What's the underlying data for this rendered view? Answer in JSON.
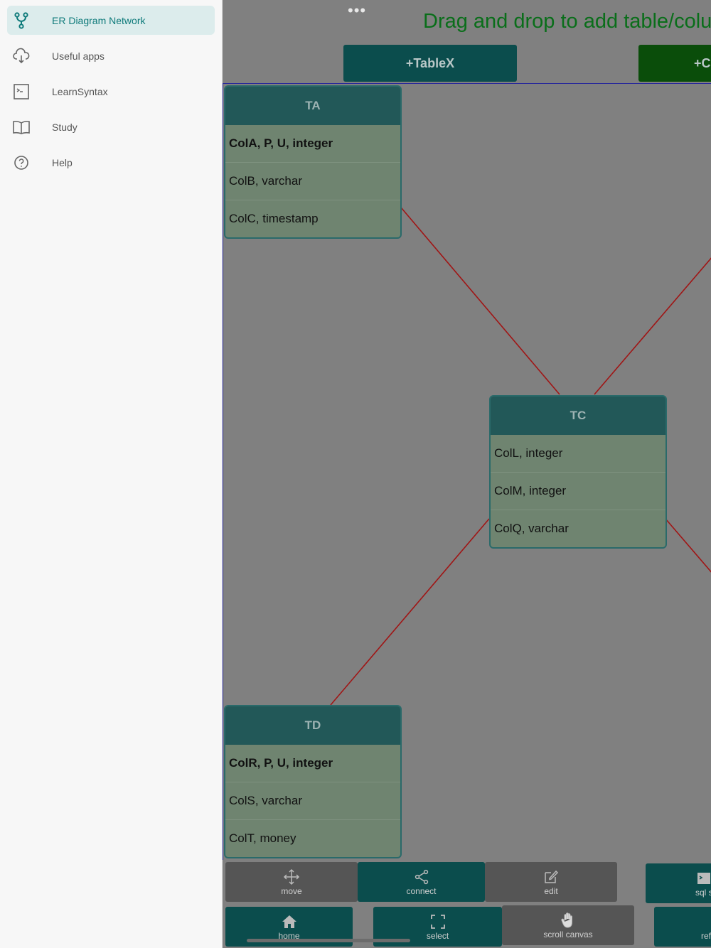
{
  "sidebar": {
    "items": [
      {
        "label": "ER Diagram Network",
        "icon": "fork-icon",
        "active": true
      },
      {
        "label": "Useful apps",
        "icon": "cloud-download-icon",
        "active": false
      },
      {
        "label": "LearnSyntax",
        "icon": "terminal-icon",
        "active": false
      },
      {
        "label": "Study",
        "icon": "book-icon",
        "active": false
      },
      {
        "label": "Help",
        "icon": "help-circle-icon",
        "active": false
      }
    ]
  },
  "main": {
    "more_indicator": "•••",
    "banner": "Drag and drop to add table/colur",
    "add_table_label": "+TableX",
    "add_column_label": "+C"
  },
  "tables": [
    {
      "name": "TA",
      "columns": [
        {
          "text": "ColA, P, U, integer",
          "pk": true
        },
        {
          "text": "ColB, varchar",
          "pk": false
        },
        {
          "text": "ColC, timestamp",
          "pk": false
        }
      ]
    },
    {
      "name": "TC",
      "columns": [
        {
          "text": "ColL, integer",
          "pk": false
        },
        {
          "text": "ColM, integer",
          "pk": false
        },
        {
          "text": "ColQ, varchar",
          "pk": false
        }
      ]
    },
    {
      "name": "TD",
      "columns": [
        {
          "text": "ColR, P, U, integer",
          "pk": true
        },
        {
          "text": "ColS, varchar",
          "pk": false
        },
        {
          "text": "ColT, money",
          "pk": false
        }
      ]
    }
  ],
  "toolbar": {
    "move": "move",
    "connect": "connect",
    "edit": "edit",
    "sql": "sql si",
    "home": "home",
    "select": "select",
    "scroll": "scroll canvas",
    "ref": "ref"
  },
  "colors": {
    "canvas": "#808080",
    "connector": "#a01515",
    "table_header": "#225858",
    "table_body": "#6f8470",
    "accent": "#0e7a7a",
    "banner": "#0a6e1a",
    "add_column_button": "#0a4d0a"
  }
}
